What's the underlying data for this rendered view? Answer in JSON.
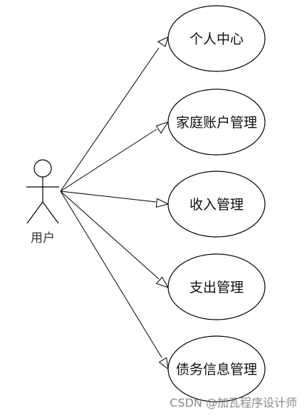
{
  "actor": {
    "label": "用户",
    "icon": "stick-figure-icon"
  },
  "use_cases": [
    {
      "id": "uc-1",
      "label": "个人中心"
    },
    {
      "id": "uc-2",
      "label": "家庭账户管理"
    },
    {
      "id": "uc-3",
      "label": "收入管理"
    },
    {
      "id": "uc-4",
      "label": "支出管理"
    },
    {
      "id": "uc-5",
      "label": "债务信息管理"
    }
  ],
  "watermark": "CSDN @加瓦程序设计师",
  "colors": {
    "stroke": "#000000",
    "background": "#ffffff",
    "watermark": "#8a8a8a"
  }
}
